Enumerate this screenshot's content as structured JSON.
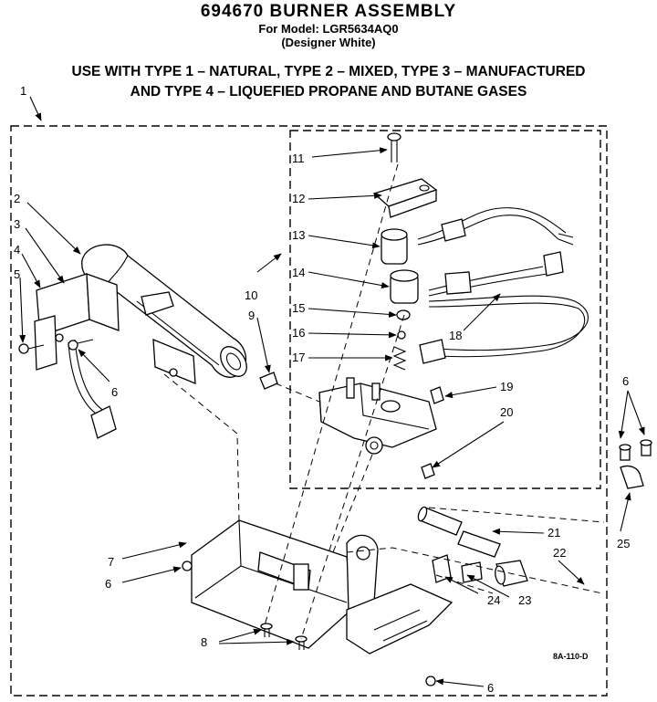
{
  "header": {
    "title": "694670 BURNER ASSEMBLY",
    "model_line": "For Model: LGR5634AQ0",
    "color_line": "(Designer White)",
    "usage_line_1": "USE WITH TYPE 1 – NATURAL, TYPE 2 – MIXED, TYPE 3 – MANUFACTURED",
    "usage_line_2": "AND TYPE 4 – LIQUEFIED PROPANE AND BUTANE GASES"
  },
  "callouts": {
    "c1": "1",
    "c2": "2",
    "c3": "3",
    "c4": "4",
    "c5": "5",
    "c6a": "6",
    "c6b": "6",
    "c6c": "6",
    "c6d": "6",
    "c7": "7",
    "c8": "8",
    "c9": "9",
    "c10": "10",
    "c11": "11",
    "c12": "12",
    "c13": "13",
    "c14": "14",
    "c15": "15",
    "c16": "16",
    "c17": "17",
    "c18": "18",
    "c19": "19",
    "c20": "20",
    "c21": "21",
    "c22": "22",
    "c23": "23",
    "c24": "24",
    "c25": "25"
  },
  "footer": {
    "drawing_code": "8A-110-D"
  }
}
